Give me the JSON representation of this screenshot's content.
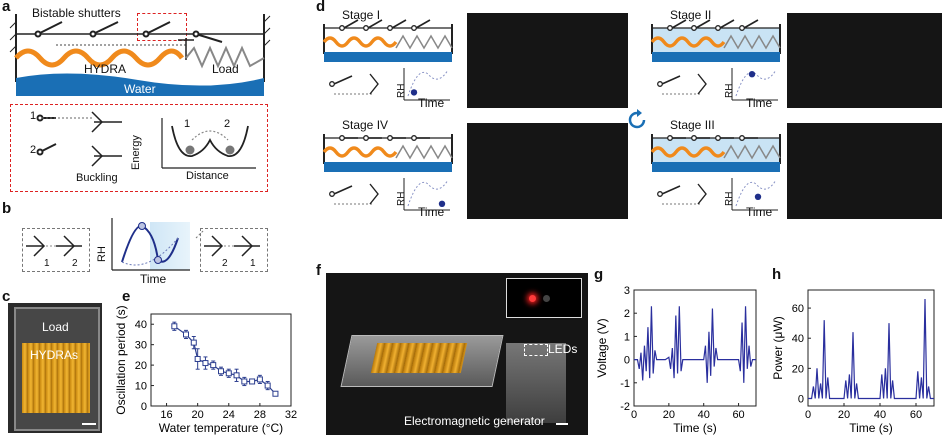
{
  "panels": {
    "a": {
      "label": "a",
      "title": "Bistable shutters",
      "hydra": "HYDRA",
      "load": "Load",
      "water": "Water",
      "inset_labels": {
        "state1": "1",
        "state2": "2",
        "buckling": "Buckling",
        "energy": "Energy",
        "distance": "Distance",
        "well1": "1",
        "well2": "2"
      }
    },
    "b": {
      "label": "b",
      "ylabel": "RH",
      "xlabel": "Time",
      "left_nums": [
        "1",
        "2"
      ],
      "right_nums": [
        "2",
        "1"
      ]
    },
    "c": {
      "label": "c",
      "load": "Load",
      "hydras": "HYDRAs"
    },
    "d": {
      "label": "d",
      "stages": [
        {
          "title": "Stage I",
          "ylabel": "RH",
          "xlabel": "Time"
        },
        {
          "title": "Stage II",
          "ylabel": "RH",
          "xlabel": "Time"
        },
        {
          "title": "Stage IV",
          "ylabel": "RH",
          "xlabel": "Time"
        },
        {
          "title": "Stage III",
          "ylabel": "RH",
          "xlabel": "Time"
        }
      ]
    },
    "e": {
      "label": "e"
    },
    "f": {
      "label": "f",
      "leds": "LEDs",
      "generator": "Electromagnetic generator"
    },
    "g": {
      "label": "g"
    },
    "h": {
      "label": "h"
    }
  },
  "chart_data": [
    {
      "id": "e",
      "type": "line",
      "xlabel": "Water temperature (°C)",
      "ylabel": "Oscillation period (s)",
      "xlim": [
        14,
        32
      ],
      "ylim": [
        0,
        45
      ],
      "xticks": [
        16,
        20,
        24,
        28,
        32
      ],
      "yticks": [
        0,
        10,
        20,
        30,
        40
      ],
      "x": [
        17,
        18.5,
        19.5,
        20,
        21,
        22,
        23,
        24,
        25,
        26,
        27,
        28,
        29,
        30
      ],
      "y": [
        39,
        35,
        31,
        23,
        21,
        20,
        17,
        16,
        15,
        12,
        12,
        13,
        10,
        6
      ],
      "err": [
        2,
        2,
        3,
        5,
        3,
        2,
        2,
        2,
        3,
        2,
        1,
        2,
        2,
        1
      ]
    },
    {
      "id": "g",
      "type": "line",
      "xlabel": "Time (s)",
      "ylabel": "Voltage (V)",
      "xlim": [
        0,
        70
      ],
      "ylim": [
        -2,
        3
      ],
      "xticks": [
        0,
        20,
        40,
        60
      ],
      "yticks": [
        -2,
        -1,
        0,
        1,
        2,
        3
      ],
      "x": [
        0,
        2,
        3,
        4,
        5,
        6,
        7,
        8,
        9,
        10,
        11,
        12,
        13,
        14,
        16,
        18,
        20,
        21,
        22,
        23,
        24,
        25,
        26,
        27,
        28,
        30,
        32,
        34,
        36,
        38,
        40,
        41,
        42,
        43,
        44,
        45,
        46,
        47,
        48,
        50,
        52,
        54,
        56,
        58,
        60,
        61,
        62,
        63,
        64,
        65,
        66,
        67,
        68,
        70
      ],
      "y": [
        0,
        0,
        -0.4,
        0.3,
        -0.9,
        0.6,
        -0.5,
        1.4,
        -0.8,
        2.3,
        -0.6,
        0.4,
        0,
        0,
        0,
        0,
        0.1,
        -0.4,
        0.5,
        -0.8,
        1.9,
        -0.6,
        2.3,
        -0.5,
        0,
        0,
        0,
        0,
        0,
        0,
        0,
        0.6,
        -1.0,
        1.2,
        -0.7,
        2.2,
        -0.3,
        0.5,
        0,
        0,
        0,
        0,
        0,
        0,
        0,
        -0.5,
        1.6,
        -1.0,
        2.3,
        -0.4,
        0.6,
        -0.3,
        0,
        0
      ]
    },
    {
      "id": "h",
      "type": "line",
      "xlabel": "Time (s)",
      "ylabel": "Power (μW)",
      "xlim": [
        0,
        70
      ],
      "ylim": [
        -5,
        72
      ],
      "xticks": [
        0,
        20,
        40,
        60
      ],
      "yticks": [
        0,
        20,
        40,
        60
      ],
      "x": [
        0,
        2,
        3,
        4,
        5,
        6,
        7,
        8,
        9,
        10,
        11,
        12,
        14,
        18,
        20,
        21,
        22,
        23,
        24,
        25,
        26,
        27,
        28,
        30,
        34,
        38,
        40,
        41,
        42,
        43,
        44,
        45,
        46,
        47,
        48,
        50,
        56,
        58,
        60,
        61,
        62,
        63,
        64,
        65,
        66,
        67,
        68,
        70
      ],
      "y": [
        0,
        0,
        8,
        0,
        20,
        0,
        10,
        0,
        52,
        0,
        14,
        0,
        0,
        0,
        0,
        12,
        0,
        16,
        0,
        44,
        0,
        10,
        0,
        0,
        0,
        0,
        0,
        16,
        0,
        20,
        0,
        50,
        0,
        12,
        0,
        0,
        0,
        0,
        0,
        18,
        0,
        14,
        0,
        66,
        0,
        8,
        0,
        0
      ]
    }
  ]
}
